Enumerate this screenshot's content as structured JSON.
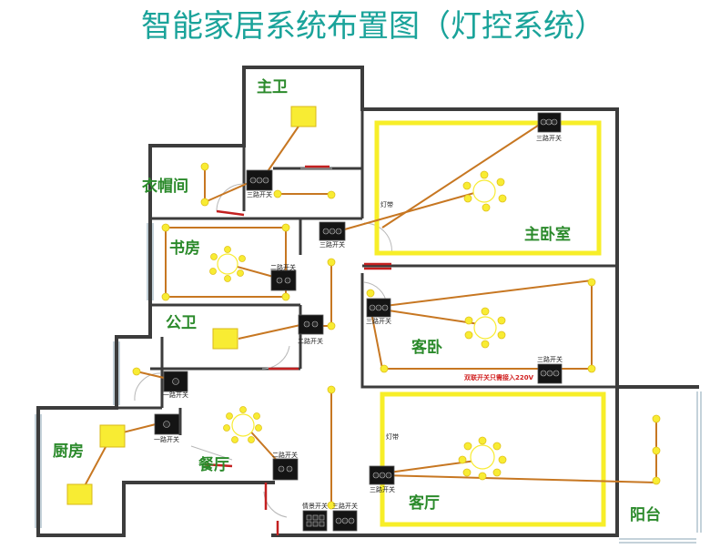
{
  "title": "智能家居系统布置图（灯控系统）",
  "rooms": {
    "master_bath": "主卫",
    "cloakroom": "衣帽间",
    "master_bedroom": "主卧室",
    "study": "书房",
    "public_bath": "公卫",
    "guest_bedroom": "客卧",
    "kitchen": "厨房",
    "dining": "餐厅",
    "living": "客厅",
    "balcony": "阳台"
  },
  "labels": {
    "sw_master_bath": "三路开关",
    "sw_master_bed": "三路开关",
    "sw_corridor": "三路开关",
    "sw_study": "二路开关",
    "sw_public_bath": "二路开关",
    "sw_guest_a": "三路开关",
    "sw_guest_b": "三路开关",
    "sw_storage": "一路开关",
    "sw_kitchen": "一路开关",
    "sw_dining": "二路开关",
    "sw_living": "三路开关",
    "sw_scene": "情景开关",
    "sw_entry": "三路开关",
    "strip_master": "灯带",
    "strip_living": "灯带",
    "dual_note": "双联开关只需接入220V"
  }
}
